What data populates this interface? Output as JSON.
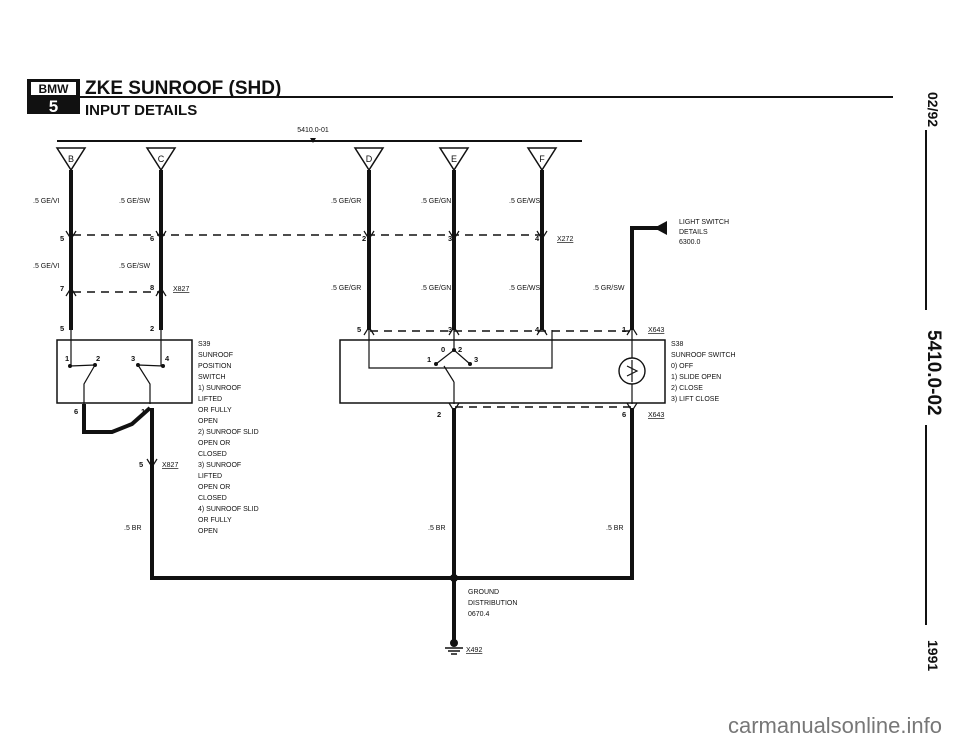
{
  "header": {
    "logo_top": "BMW",
    "logo_bottom": "5",
    "title": "ZKE SUNROOF (SHD)",
    "subtitle": "INPUT DETAILS",
    "doc_ref": "5410.0-01"
  },
  "side": {
    "date": "02/92",
    "page_id": "5410.0-02",
    "year": "1991"
  },
  "fuses": [
    "B",
    "C",
    "D",
    "E",
    "F"
  ],
  "wires": {
    "w_b1": ".5 GE/VI",
    "w_c1": ".5 GE/SW",
    "w_b2": ".5 GE/VI",
    "w_c2": ".5 GE/SW",
    "w_d1": ".5 GE/GR",
    "w_e1": ".5 GE/GN",
    "w_f1": ".5 GE/WS",
    "w_d2": ".5 GE/GR",
    "w_e2": ".5 GE/GN",
    "w_f2": ".5 GE/WS",
    "w_light": ".5 GR/SW",
    "w_br1": ".5 BR",
    "w_br2": ".5 BR",
    "w_br3": ".5 BR"
  },
  "pins": {
    "p_x272_5": "5",
    "p_x272_6": "6",
    "p_x272_2": "2",
    "p_x272_3": "3",
    "p_x272_4": "4",
    "p_x827_7": "7",
    "p_x827_8": "8",
    "p_s39_5": "5",
    "p_s39_2": "2",
    "p_s39_6": "6",
    "p_s39_1": "1",
    "p_sw1": "1",
    "p_sw2": "2",
    "p_sw3": "3",
    "p_sw4": "4",
    "p_x827_5": "5",
    "p_x643_5": "5",
    "p_x643_3": "3",
    "p_x643_4": "4",
    "p_x643_1": "1",
    "p_s38_0": "0",
    "p_s38_2": "2",
    "p_s38_1": "1",
    "p_s38_3": "3",
    "p_x643_2": "2",
    "p_x643_6": "6"
  },
  "connectors": {
    "x272": "X272",
    "x827a": "X827",
    "x827b": "X827",
    "x643a": "X643",
    "x643b": "X643",
    "x492": "X492"
  },
  "s39": {
    "lines": [
      "S39",
      "SUNROOF",
      "POSITION",
      "SWITCH",
      "1)  SUNROOF",
      "     LIFTED",
      "     OR FULLY",
      "     OPEN",
      "2)  SUNROOF SLID",
      "     OPEN OR",
      "     CLOSED",
      "3)  SUNROOF",
      "     LIFTED",
      "     OPEN OR",
      "     CLOSED",
      "4)  SUNROOF SLID",
      "     OR FULLY",
      "     OPEN"
    ]
  },
  "s38": {
    "lines": [
      "S38",
      "SUNROOF SWITCH",
      "0)  OFF",
      "1)  SLIDE OPEN",
      "2)  CLOSE",
      "3)  LIFT CLOSE"
    ]
  },
  "light_ref": {
    "lines": [
      "LIGHT SWITCH",
      "DETAILS",
      "6300.0"
    ]
  },
  "ground_ref": {
    "lines": [
      "GROUND",
      "DISTRIBUTION",
      "0670.4"
    ]
  },
  "watermark": "carmanualsonline.info"
}
